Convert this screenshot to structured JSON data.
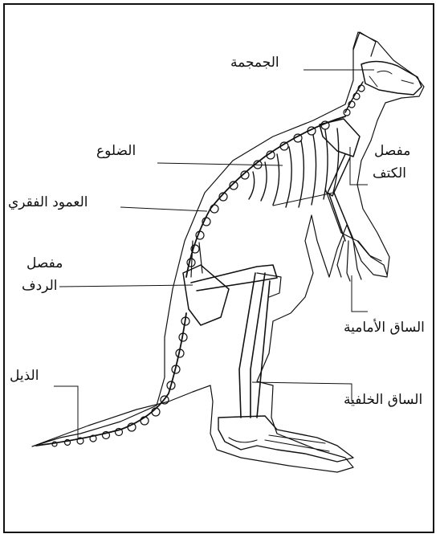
{
  "labels": {
    "skull": "الجمجمة",
    "ribs": "الضلوع",
    "shoulder_joint_line1": "مفصل",
    "shoulder_joint_line2": "الكتف",
    "spine": "العمود الفقري",
    "hip_joint_line1": "مفصل",
    "hip_joint_line2": "الردف",
    "foreleg": "الساق الأمامية",
    "tail": "الذيل",
    "hind_leg": "الساق الخلفية"
  },
  "colors": {
    "stroke": "#111111",
    "background": "#ffffff"
  }
}
